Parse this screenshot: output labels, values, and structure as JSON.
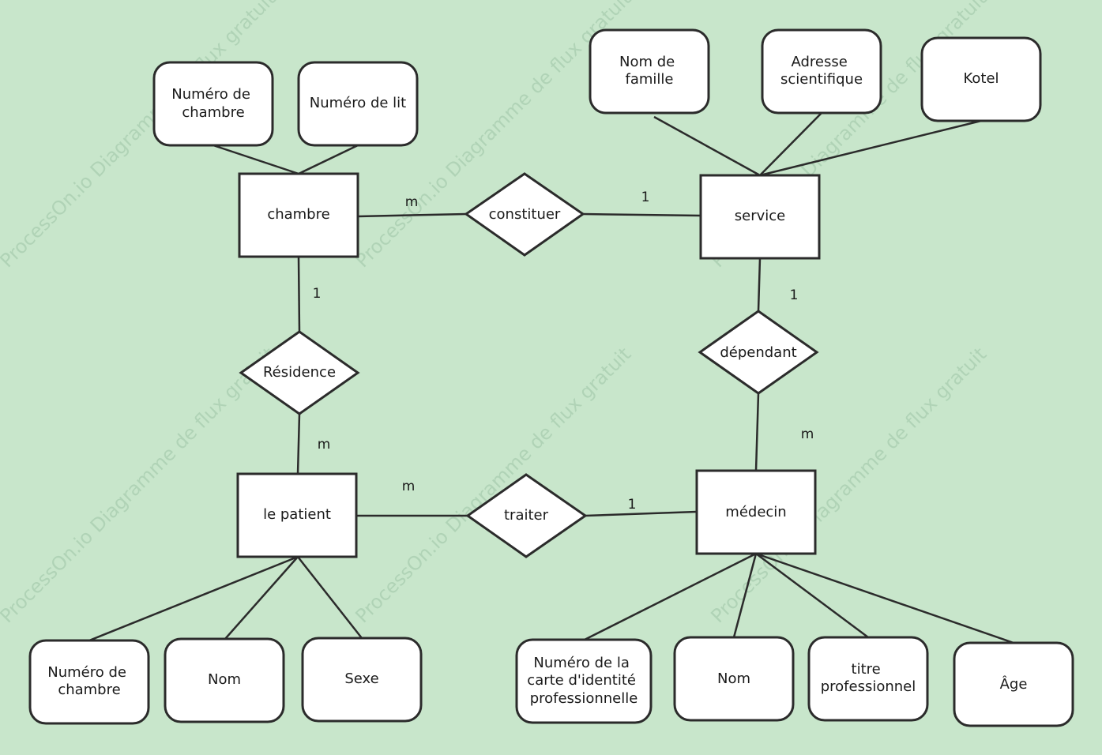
{
  "watermark": "ProcessOn.io Diagramme de flux gratuit",
  "entities": {
    "chambre": "chambre",
    "service": "service",
    "patient": "le patient",
    "medecin": "médecin"
  },
  "relations": {
    "constituer": "constituer",
    "residence": "Résidence",
    "dependant": "dépendant",
    "traiter": "traiter"
  },
  "attributes": {
    "chambre_numero_chambre": [
      "Numéro de",
      "chambre"
    ],
    "chambre_numero_lit": [
      "Numéro de lit"
    ],
    "service_nom_famille": [
      "Nom de",
      "famille"
    ],
    "service_adresse": [
      "Adresse",
      "scientifique"
    ],
    "service_kotel": [
      "Kotel"
    ],
    "patient_numero_chambre": [
      "Numéro de",
      "chambre"
    ],
    "patient_nom": [
      "Nom"
    ],
    "patient_sexe": [
      "Sexe"
    ],
    "medecin_carte": [
      "Numéro de la",
      "carte d'identité",
      "professionnelle"
    ],
    "medecin_nom": [
      "Nom"
    ],
    "medecin_titre": [
      "titre",
      "professionnel"
    ],
    "medecin_age": [
      "Âge"
    ]
  },
  "cardinalities": {
    "chambre_constituer": "m",
    "service_constituer": "1",
    "chambre_residence": "1",
    "patient_residence": "m",
    "service_dependant": "1",
    "medecin_dependant": "m",
    "patient_traiter": "m",
    "medecin_traiter": "1"
  }
}
